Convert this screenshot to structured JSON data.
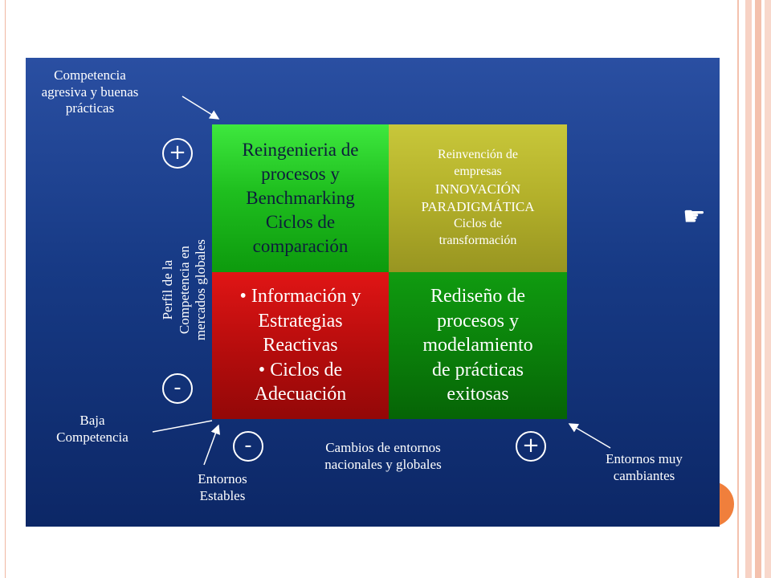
{
  "corner_labels": {
    "top_left": [
      "Competencia",
      "agresiva y buenas",
      "prácticas"
    ],
    "bottom_left": [
      "Baja",
      "Competencia"
    ],
    "bottom_stable": [
      "Entornos",
      "Estables"
    ],
    "bottom_right": [
      "Entornos muy",
      "cambiantes"
    ]
  },
  "axes": {
    "y_label": [
      "Perfil de la",
      "Competencia en",
      "mercados globales"
    ],
    "x_label": [
      "Cambios de entornos",
      "nacionales y globales"
    ],
    "plus": "+",
    "minus": "-"
  },
  "quadrants": {
    "top_left": [
      "Reingenieria de",
      "procesos y",
      "Benchmarking",
      "Ciclos de",
      "comparación"
    ],
    "top_right": [
      "Reinvención de",
      "empresas",
      "INNOVACIÓN",
      "PARADIGMÁTICA",
      "Ciclos de",
      "transformación"
    ],
    "bottom_left": [
      "• Información y",
      "Estrategias",
      "Reactivas",
      "• Ciclos de",
      "Adecuación"
    ],
    "bottom_right": [
      "Rediseño de",
      "procesos y",
      "modelamiento",
      "de prácticas",
      "exitosas"
    ]
  },
  "icons": {
    "pointer": "pointing-hand-icon"
  }
}
